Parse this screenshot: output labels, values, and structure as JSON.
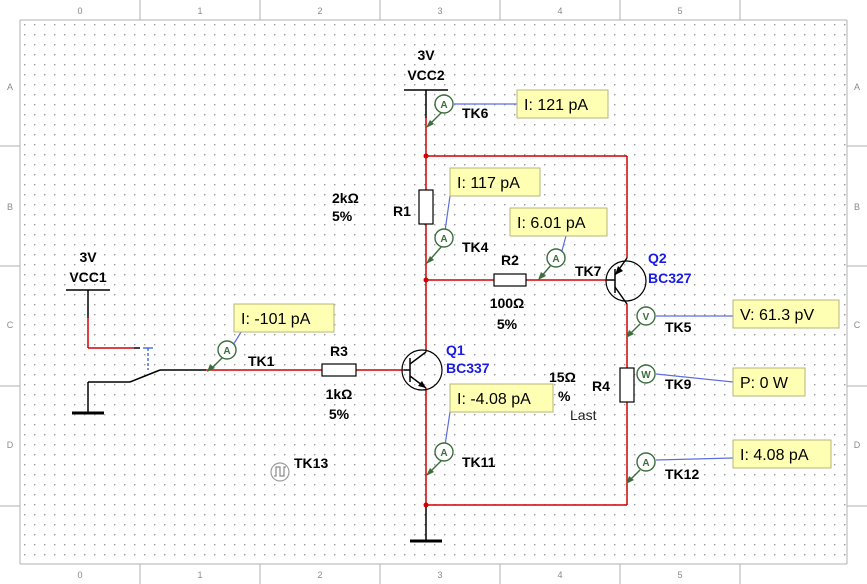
{
  "ruler": {
    "columns": [
      "0",
      "1",
      "2",
      "3",
      "4",
      "5"
    ],
    "rows": [
      "A",
      "B",
      "C",
      "D"
    ]
  },
  "sources": {
    "vcc2": {
      "value": "3V",
      "name": "VCC2"
    },
    "vcc1": {
      "value": "3V",
      "name": "VCC1"
    }
  },
  "components": {
    "r1": {
      "name": "R1",
      "value": "2kΩ",
      "tol": "5%"
    },
    "r2": {
      "name": "R2",
      "value": "100Ω",
      "tol": "5%"
    },
    "r3": {
      "name": "R3",
      "value": "1kΩ",
      "tol": "5%"
    },
    "r4": {
      "name": "R4",
      "value": "15Ω",
      "tol": "%",
      "extra": "Last"
    },
    "q1": {
      "name": "Q1",
      "model": "BC337"
    },
    "q2": {
      "name": "Q2",
      "model": "BC327"
    }
  },
  "probes": {
    "tk6": {
      "id": "TK6",
      "reading": "I: 121 pA",
      "type": "A"
    },
    "tk4": {
      "id": "TK4",
      "reading": "I: 117 pA",
      "type": "A"
    },
    "tk7": {
      "id": "TK7",
      "reading": "I: 6.01 pA",
      "type": "A"
    },
    "tk1": {
      "id": "TK1",
      "reading": "I: -101 pA",
      "type": "A"
    },
    "tk5": {
      "id": "TK5",
      "reading": "V: 61.3 pV",
      "type": "V"
    },
    "tk9": {
      "id": "TK9",
      "reading": "P: 0 W",
      "type": "W"
    },
    "tk11": {
      "id": "TK11",
      "reading": "I: -4.08 pA",
      "type": "A"
    },
    "tk12": {
      "id": "TK12",
      "reading": "I: 4.08 pA",
      "type": "A"
    },
    "tk13": {
      "id": "TK13"
    }
  },
  "colors": {
    "wire": "#d00000",
    "probe_bg": "#ffffb4",
    "meter": "#3c6e3c",
    "model_label": "#1a1ae6"
  }
}
